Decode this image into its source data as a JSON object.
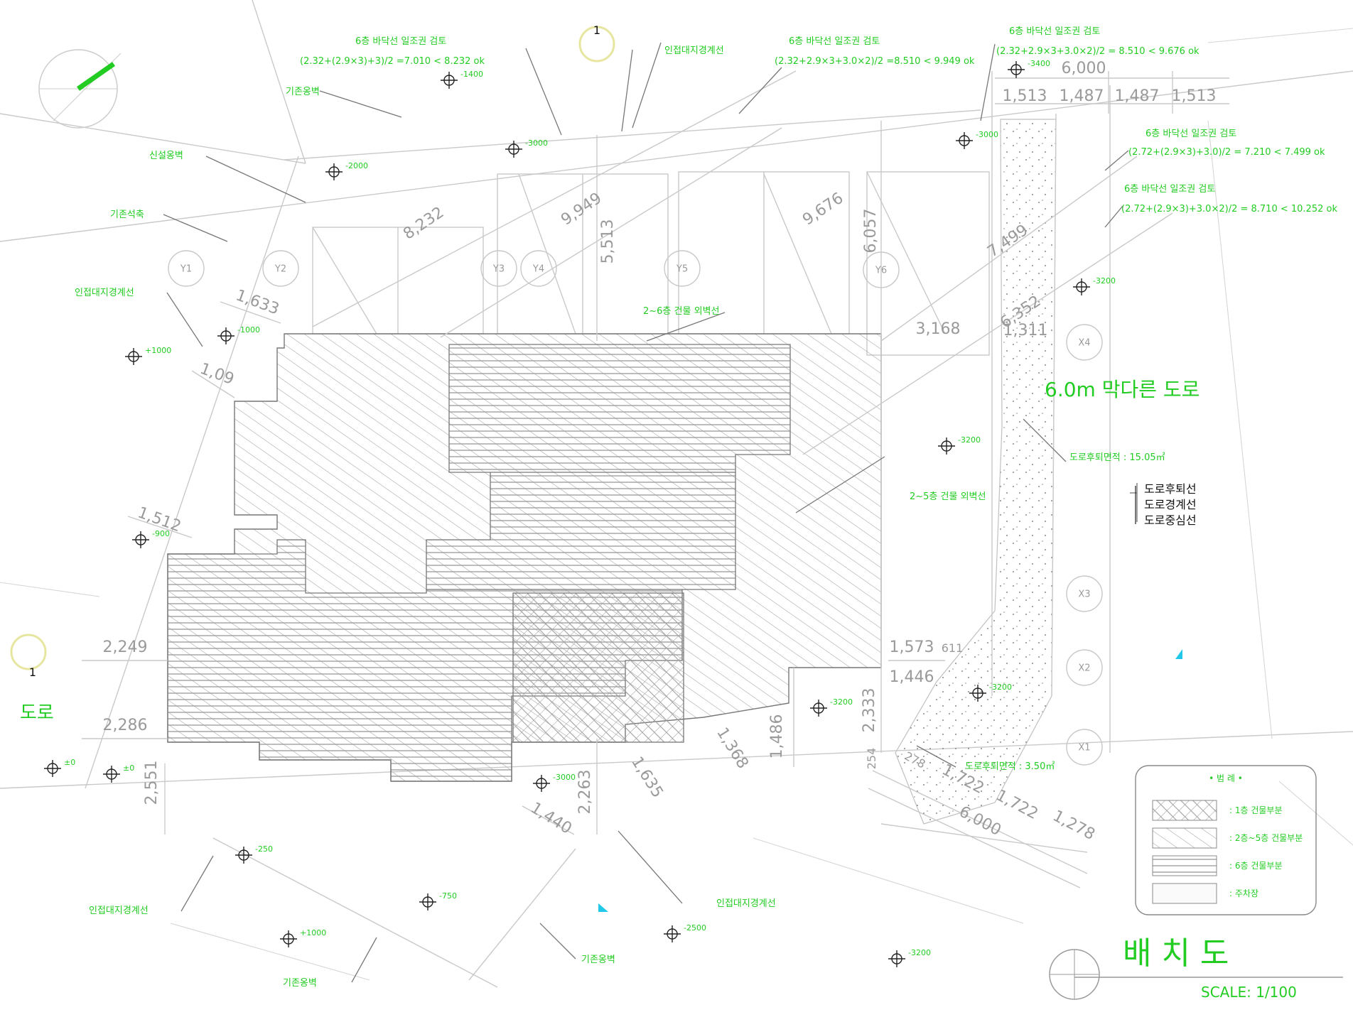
{
  "title": "배 치 도",
  "scale": "SCALE:  1/100",
  "road_label": "6.0m 막다른 도로",
  "road_left": "도로",
  "north_marks": [
    "1",
    "1"
  ],
  "road_lines": [
    "도로후퇴선",
    "도로경계선",
    "도로중심선"
  ],
  "legend": {
    "title": "• 범 례 •",
    "items": [
      ": 1층 건물부분",
      ": 2층~5층 건물부분",
      ": 6층 건물부분",
      ": 주차장"
    ]
  },
  "annotations": {
    "sunlight1_title": "6층 바닥선 일조권 검토",
    "sunlight1_formula": "(2.32+(2.9×3)+3)/2 =7.010 < 8.232 ok",
    "sunlight2_title": "6층 바닥선 일조권 검토",
    "sunlight2_formula": "(2.32+2.9×3+3.0×2)/2 =8.510 < 9.949 ok",
    "sunlight3_title": "6층 바닥선 일조권 검토",
    "sunlight3_formula": "(2.32+2.9×3+3.0×2)/2 = 8.510 < 9.676 ok",
    "sunlight4_title": "6층 바닥선 일조권 검토",
    "sunlight4_formula": "(2.72+(2.9×3)+3.0)/2 = 7.210 < 7.499 ok",
    "sunlight5_title": "6층 바닥선 일조권 검토",
    "sunlight5_formula": "(2.72+(2.9×3)+3.0×2)/2 = 8.710 < 10.252 ok",
    "existing_wall_top": "기존옹벽",
    "new_wall": "신설옹벽",
    "existing_stone": "기존석축",
    "adjacent_top": "인접대지경계선",
    "adjacent_left": "인접대지경계선",
    "building_line_top": "2~6층 건물 외벽선",
    "building_line_mid": "2~5층 건물 외벽선",
    "road_setback_area_1": "도로후퇴면적 : 15.05㎡",
    "road_setback_area_2": "도로후퇴면적 : 3.50㎡",
    "adjacent_bottom_left": "인접대지경계선",
    "adjacent_bottom": "인접대지경계선",
    "existing_wall_bottom": "기존옹벽",
    "existing_wall_bottom2": "기존옹벽"
  },
  "levels": [
    "-1400",
    "-3000",
    "-2000",
    "-1000",
    "+1000",
    "-900",
    "±0",
    "±0",
    "-250",
    "-750",
    "+1000",
    "-3400",
    "-3000",
    "-3200",
    "-3200",
    "-3200",
    "-3200",
    "-3000",
    "-2500",
    "-3200"
  ],
  "dimensions": [
    "6,000",
    "1,513",
    "1,487",
    "1,487",
    "1,513",
    "8,232",
    "9,949",
    "5,513",
    "9,676",
    "6,057",
    "7,499",
    "1,633",
    "1,09",
    "3,168",
    "6,352",
    "1,311",
    "1,512",
    "2,249",
    "2,286",
    "2,551",
    "1,440",
    "2,263",
    "1,635",
    "1,368",
    "1,486",
    "2,333",
    "1,573",
    "611",
    "1,446",
    "254",
    "278",
    "1,722",
    "1,722",
    "1,278",
    "6,000"
  ],
  "bubbles": [
    "Y1",
    "Y2",
    "Y3",
    "Y4",
    "Y5",
    "Y6",
    "X4",
    "X3",
    "X2",
    "X1"
  ]
}
